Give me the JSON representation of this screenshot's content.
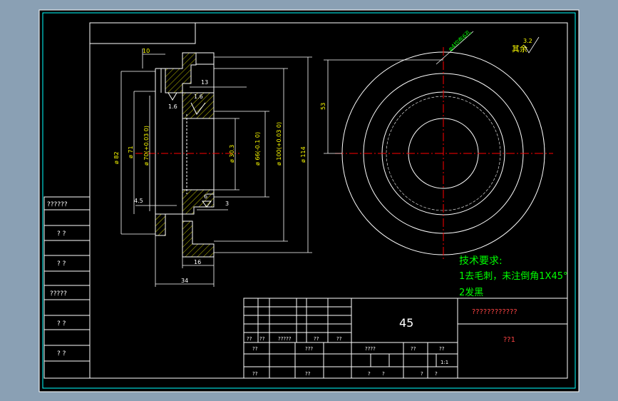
{
  "drawing": {
    "dimensions": {
      "d_top_small": "10",
      "d_13": "13",
      "d_ra16_a": "1.6",
      "d_ra16_b": "1.6",
      "d_phi82": "ø 82",
      "d_phi71": "ø 71",
      "d_phi70": "ø 70(+0.03 0)",
      "d_phi303": "ø 30.3",
      "d_phi66": "ø 66(-0.1 0)",
      "d_phi100": "ø 100(+0.03 0)",
      "d_phi114": "ø 114",
      "d_45": "4.5",
      "d_3": "3",
      "d_6": "6",
      "d_16": "16",
      "d_34": "34",
      "d_53": "53",
      "roughness_note": "φ4均布6孔",
      "roughness_other": "其余",
      "roughness_value": "3.2"
    },
    "tech": {
      "title": "技术要求:",
      "line1": "1去毛刺，未注倒角1X45°",
      "line2": "2发黑"
    },
    "left_panel": [
      "??????",
      "? ?",
      "? ?",
      "?????",
      "? ?",
      "? ?"
    ],
    "title_block": {
      "material": "45",
      "drawing_name": "????????????",
      "code": "??1",
      "sign_row": [
        "??",
        "??",
        "?????",
        "??",
        "??"
      ],
      "r1": [
        "??",
        "???"
      ],
      "r2": [
        "??",
        "??"
      ],
      "stage_labels": [
        "????",
        "??",
        "??"
      ],
      "ratio": "1:1",
      "bottom_labels": [
        "?",
        "?",
        "?",
        "?"
      ]
    }
  }
}
